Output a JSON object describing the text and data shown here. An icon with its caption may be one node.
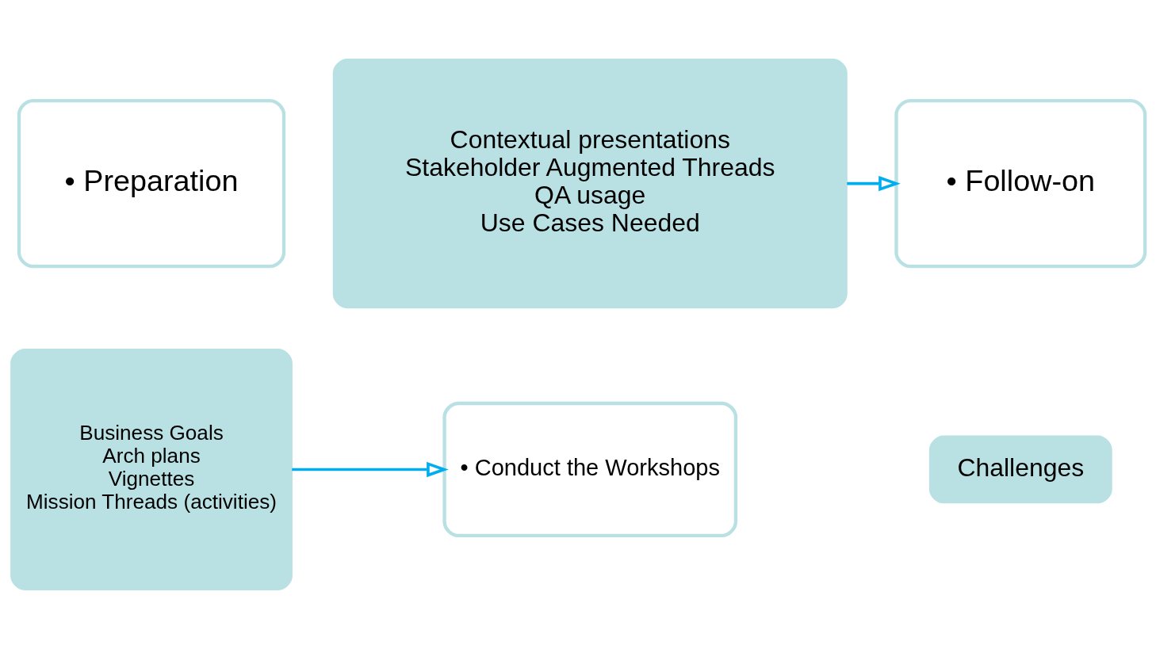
{
  "diagram": {
    "nodes": [
      {
        "text": [
          "• Preparation"
        ]
      },
      {
        "text": [
          "Business Goals",
          "Arch plans",
          "Vignettes",
          "Mission Threads (activities)"
        ]
      },
      {
        "text": [
          "• Conduct the Workshops"
        ]
      },
      {
        "text": [
          "Contextual presentations",
          "Stakeholder Augmented Threads",
          "QA usage",
          "Use Cases Needed"
        ]
      },
      {
        "text": [
          "• Follow-on"
        ]
      },
      {
        "text": [
          "Challenges"
        ]
      }
    ],
    "edges": [
      {
        "from": 1,
        "to": 2,
        "arrow": "to"
      },
      {
        "from": 3,
        "to": 4,
        "arrow": "to"
      }
    ]
  }
}
